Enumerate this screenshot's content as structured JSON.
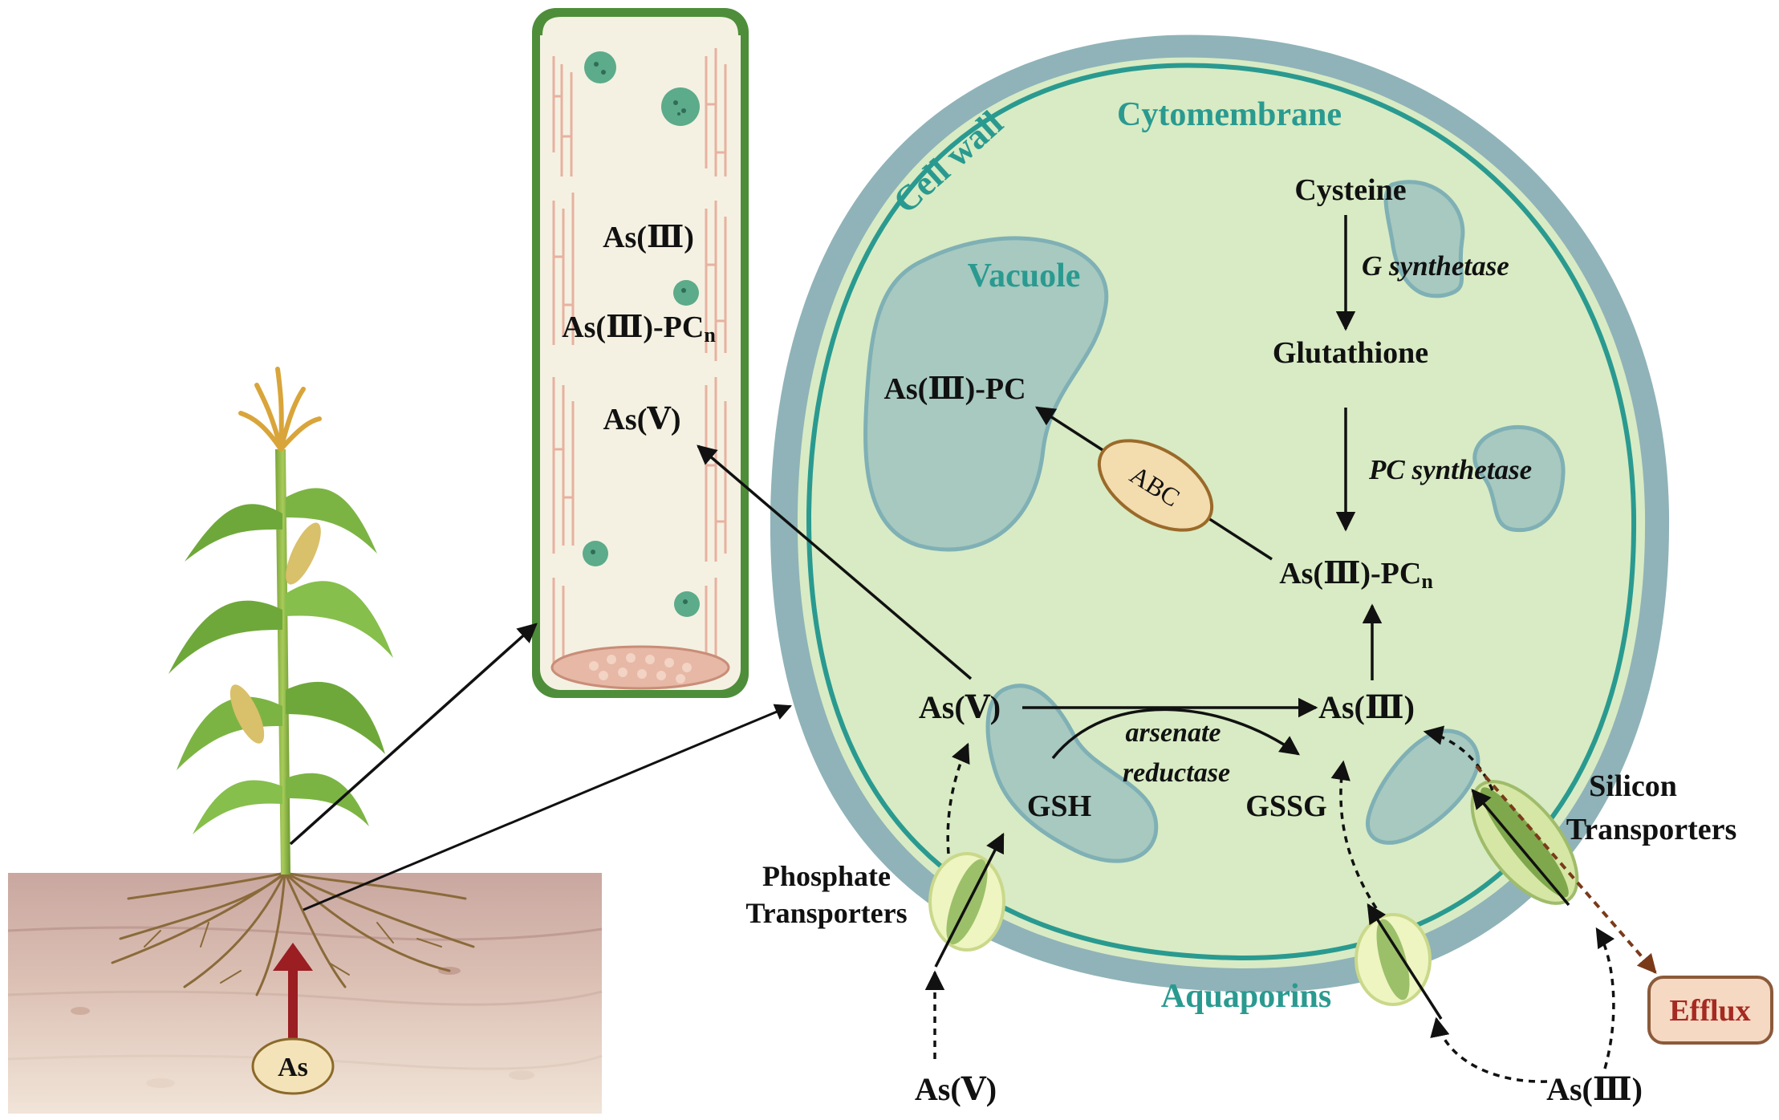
{
  "labels": {
    "cell_wall": "Cell wall",
    "cytomembrane": "Cytomembrane",
    "vacuole": "Vacuole",
    "aquaporins": "Aquaporins",
    "phosphate_transporters_1": "Phosphate",
    "phosphate_transporters_2": "Transporters",
    "silicon_transporters_1": "Silicon",
    "silicon_transporters_2": "Transporters",
    "efflux": "Efflux",
    "abc": "ABC",
    "cysteine": "Cysteine",
    "g_synthetase": "G synthetase",
    "glutathione": "Glutathione",
    "pc_synthetase": "PC synthetase",
    "as3_pcn_cell": "As(Ⅲ)-PC",
    "as3_pc_vacuole": "As(Ⅲ)-PC",
    "as5_cell": "As(Ⅴ)",
    "as3_cell": "As(Ⅲ)",
    "arsenate_1": "arsenate",
    "arsenate_2": "reductase",
    "gsh": "GSH",
    "gssg": "GSSG",
    "as5_outside": "As(Ⅴ)",
    "as3_outside": "As(Ⅲ)",
    "soil_as": "As",
    "xylem_as3": "As(Ⅲ)",
    "xylem_as3_pcn": "As(Ⅲ)-PC",
    "xylem_as5": "As(Ⅴ)",
    "subscript_n": "n"
  },
  "colors": {
    "cell_wall": "#8fb3b8",
    "cytoplasm": "#d8ebc4",
    "membrane": "#2a9a90",
    "vacuole_fill": "#a7c9bf",
    "vacuole_stroke": "#7fb0b5",
    "accent_text": "#2a9a90",
    "efflux_fill": "#f6d9c3",
    "efflux_text": "#a52a22",
    "abc_fill": "#f3dcae",
    "abc_stroke": "#9a6a2a",
    "soil_top": "#c9a7a0",
    "soil_bottom": "#efe1d6",
    "as_arrow": "#9a1e22"
  }
}
